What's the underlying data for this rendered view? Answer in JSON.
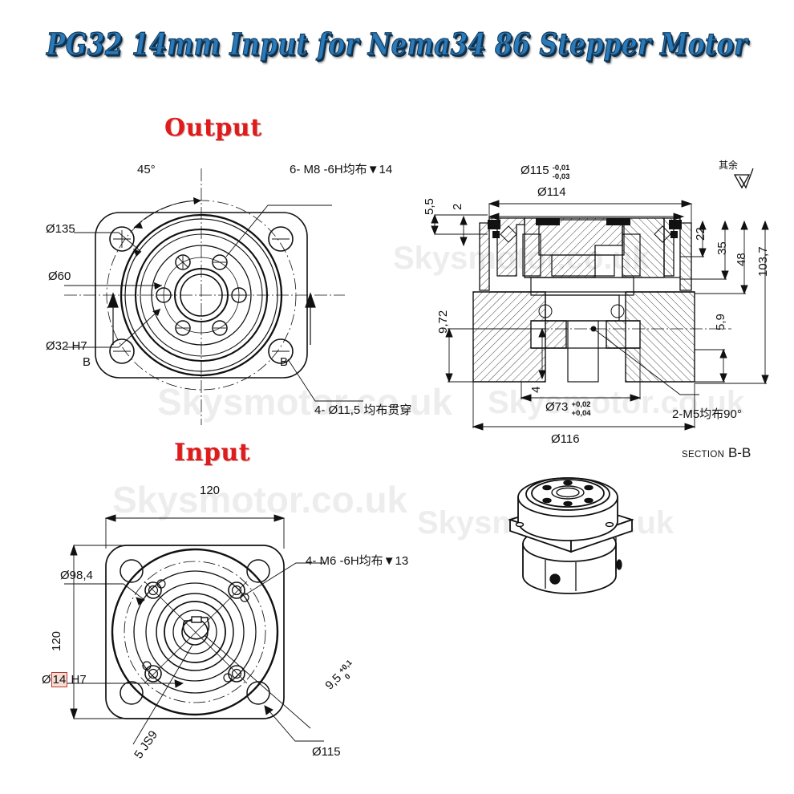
{
  "title": "PG32 14mm Input for Nema34 86 Stepper Motor",
  "watermarks": [
    "Skysmotor.co.uk",
    "Skysmotor.co.uk",
    "Skysmotor.co.uk",
    "Skysmotor.co.uk",
    "Skysmotor.co.uk"
  ],
  "views": {
    "output": {
      "caption": "Output",
      "labels": {
        "angle_45": "45°",
        "dia_135": "Ø135",
        "dia_60": "Ø60",
        "dia_32_h7": "Ø32  H7",
        "six_m8": "6-  M8  -6H均布",
        "six_m8_depth": "14",
        "four_through": "4-  Ø11,5  均布贯穿",
        "section_arrow_left": "B",
        "section_arrow_right": "B"
      }
    },
    "section": {
      "caption": "SECTION",
      "caption_id": "B-B",
      "labels": {
        "dia_115": "Ø115",
        "dia_115_tol_upper": "-0,01",
        "dia_115_tol_lower": "-0,03",
        "dia_114": "Ø114",
        "h_5_5": "5,5",
        "h_2": "2",
        "h_22": "22",
        "h_35": "35",
        "h_48": "48",
        "h_103_7": "103,7",
        "h_9_72": "9,72",
        "h_5_9": "5,9",
        "h_4": "4",
        "dia_73": "Ø73",
        "dia_73_tol_upper": "+0,02",
        "dia_73_tol_lower": "+0,04",
        "dia_116": "Ø116",
        "two_m5": "2-M5均布90°",
        "surface_note": "其余"
      }
    },
    "input": {
      "caption": "Input",
      "labels": {
        "width_120": "120",
        "height_120": "120",
        "dia_98_4": "Ø98,4",
        "bore_prefix": "Ø",
        "bore_value": "14",
        "bore_fit": "H7",
        "four_m6": "4-  M6  -6H均布",
        "four_m6_depth": "13",
        "key_depth": "9,5",
        "key_depth_tol_upper": "+0,1",
        "key_depth_tol_lower": "0",
        "keyway": "5 JS9",
        "dia_115": "Ø115"
      }
    },
    "iso": {
      "caption": ""
    }
  },
  "colors": {
    "title_blue": "#2a79b8",
    "caption_red": "#e01b1b",
    "line": "#111111",
    "highlight_fill": "#f6ded6",
    "highlight_border": "#c0392b",
    "watermark": "rgba(150,150,150,0.17)"
  }
}
